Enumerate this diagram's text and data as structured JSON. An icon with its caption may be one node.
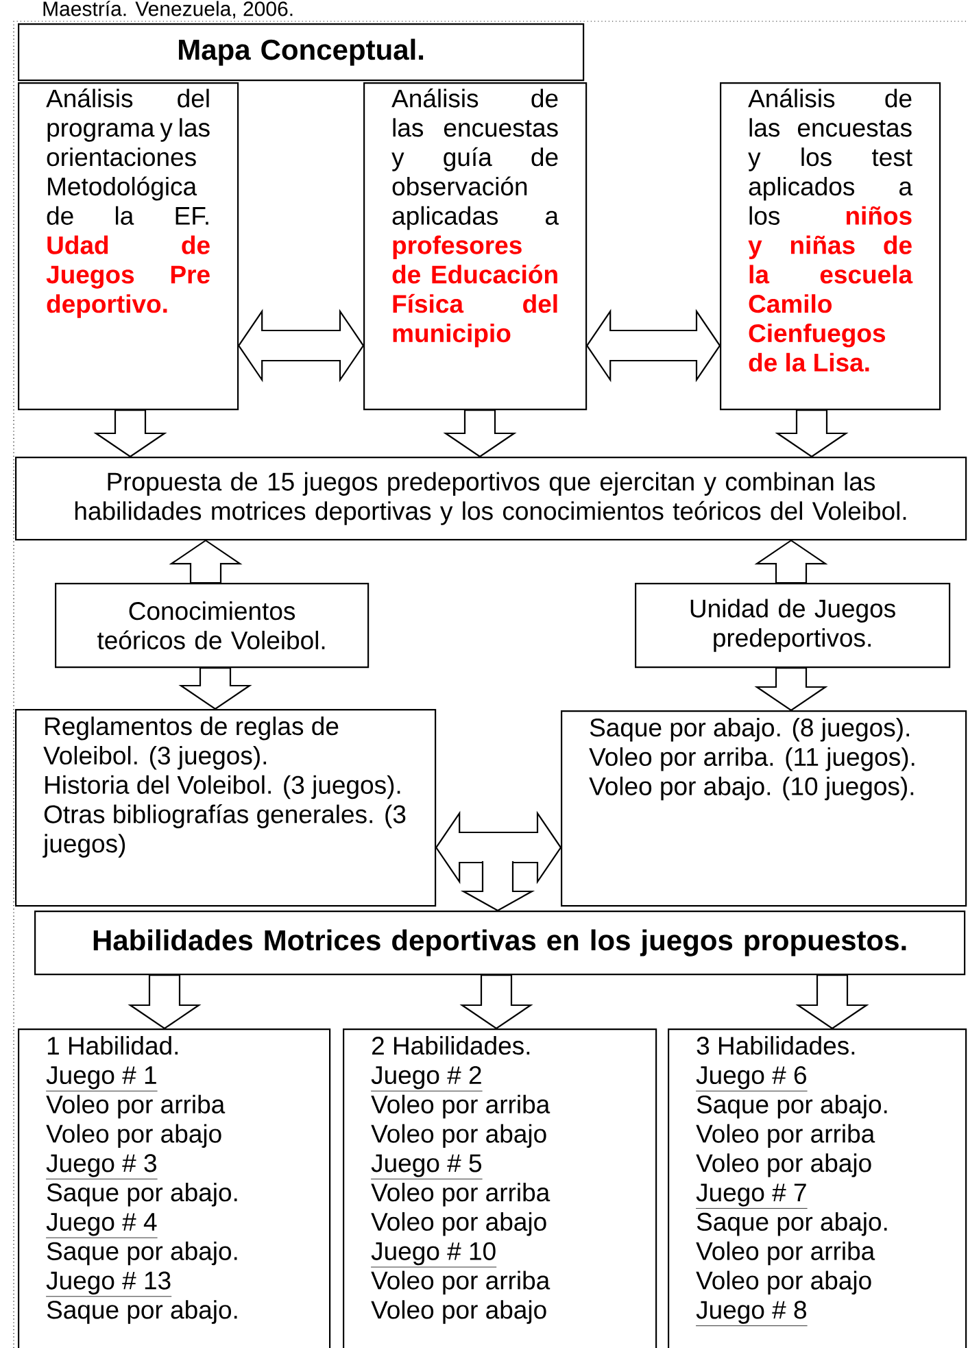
{
  "diagram": {
    "nodes": [
      {
        "text": [
          "Mapa Conceptual."
        ]
      },
      {
        "text": [
          "Análisis del programa y las orientaciones Metodológica de la EF.",
          "Udad de Juegos Pre deportivo."
        ]
      },
      {
        "text": [
          "Análisis de las encuestas y guía de observación aplicadas a",
          "profesores de Educación Física del municipio"
        ]
      },
      {
        "text": [
          "Análisis de las encuestas y los test aplicados a los",
          "niños y niñas de la escuela Camilo Cienfuegos de la Lisa."
        ]
      },
      {
        "text": [
          "Propuesta de 15 juegos predeportivos que ejercitan y combinan las habilidades motrices deportivas y los conocimientos teóricos del Voleibol."
        ]
      },
      {
        "text": [
          "Conocimientos teóricos de Voleibol."
        ]
      },
      {
        "text": [
          "Unidad de Juegos predeportivos."
        ]
      },
      {
        "text": [
          "Reglamentos de reglas de Voleibol. (3 juegos).",
          "Historia del Voleibol. (3 juegos).",
          "Otras bibliografías generales. (3 juegos)"
        ]
      },
      {
        "text": [
          "Saque por abajo. (8 juegos).",
          "Voleo por arriba. (11 juegos).",
          "Voleo por abajo. (10 juegos)."
        ]
      },
      {
        "text": [
          "Habilidades Motrices deportivas en los juegos propuestos."
        ]
      },
      {
        "text": [
          "1 Habilidad.",
          "Juego # 1",
          "Voleo por arriba",
          "Voleo por abajo",
          "Juego # 3",
          "Saque por abajo.",
          "Juego # 4",
          "Saque por abajo.",
          "Juego # 13",
          "Saque por abajo."
        ]
      },
      {
        "text": [
          "2 Habilidades.",
          "Juego # 2",
          "Voleo por arriba",
          "Voleo por abajo",
          "Juego # 5",
          "Voleo por arriba",
          "Voleo por abajo",
          "Juego # 10",
          "Voleo por arriba",
          "Voleo por abajo"
        ]
      },
      {
        "text": [
          "3 Habilidades.",
          "Juego # 6",
          "Saque por abajo.",
          "Voleo por arriba",
          "Voleo por abajo",
          "Juego # 7",
          "Saque por abajo.",
          "Voleo por arriba",
          "Voleo por abajo",
          "Juego # 8"
        ]
      }
    ],
    "edges": [
      {
        "from": 1,
        "to": 2,
        "arrow": "both"
      },
      {
        "from": 2,
        "to": 3,
        "arrow": "both"
      },
      {
        "from": 1,
        "to": 4,
        "arrow": "to"
      },
      {
        "from": 2,
        "to": 4,
        "arrow": "to"
      },
      {
        "from": 3,
        "to": 4,
        "arrow": "to"
      },
      {
        "from": 5,
        "to": 4,
        "arrow": "to"
      },
      {
        "from": 6,
        "to": 4,
        "arrow": "to"
      },
      {
        "from": 5,
        "to": 7,
        "arrow": "to"
      },
      {
        "from": 6,
        "to": 8,
        "arrow": "to"
      },
      {
        "from": 7,
        "to": 8,
        "arrow": "both"
      },
      {
        "from": null,
        "to": 9,
        "arrow": "to"
      },
      {
        "from": 9,
        "to": 10,
        "arrow": "to"
      },
      {
        "from": 9,
        "to": 11,
        "arrow": "to"
      },
      {
        "from": 9,
        "to": 12,
        "arrow": "to"
      }
    ],
    "labels": [
      "Maestría. Venezuela, 2006."
    ]
  }
}
